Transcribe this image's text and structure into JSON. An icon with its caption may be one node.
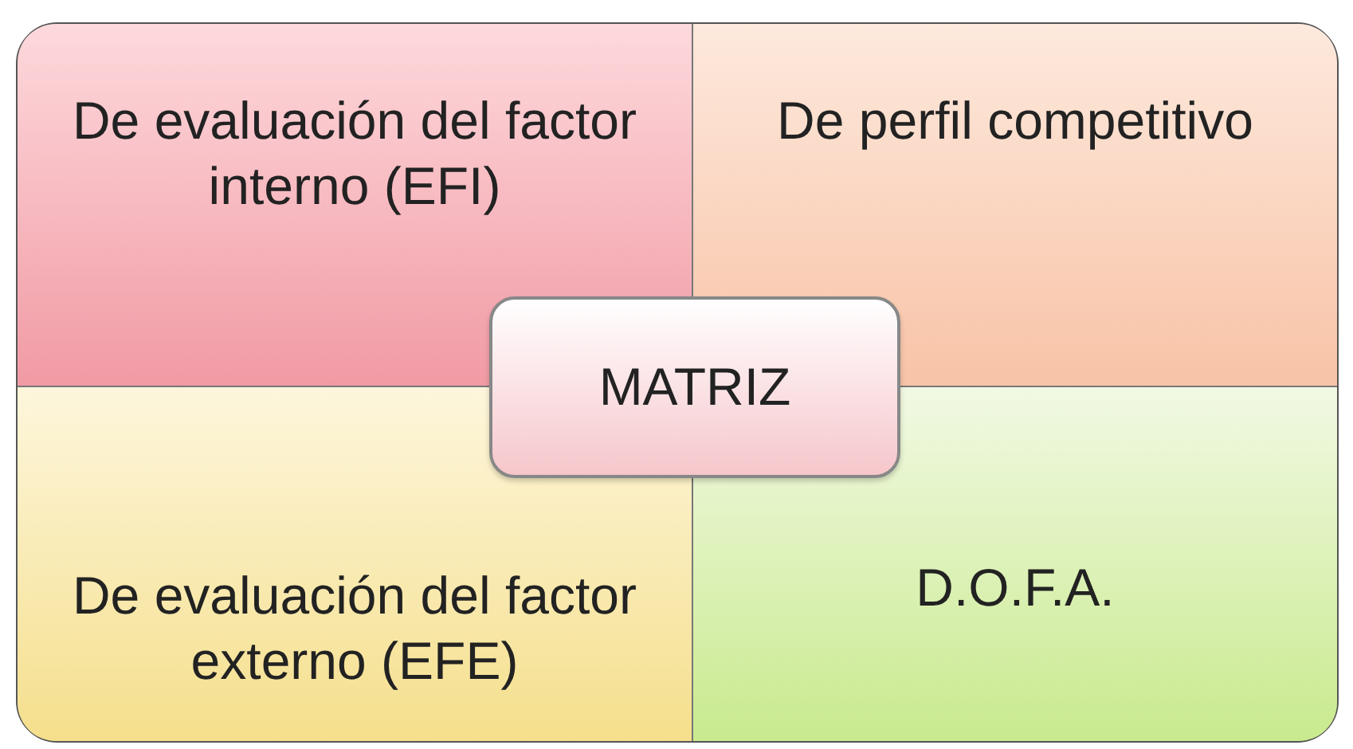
{
  "diagram": {
    "nodes": [
      {
        "text": [
          "De evaluación del factor interno (EFI)"
        ]
      },
      {
        "text": [
          "De perfil competitivo"
        ]
      },
      {
        "text": [
          "MATRIZ"
        ]
      },
      {
        "text": [
          "De evaluación del factor externo (EFE)"
        ]
      },
      {
        "text": [
          "D.O.F.A."
        ]
      }
    ]
  }
}
